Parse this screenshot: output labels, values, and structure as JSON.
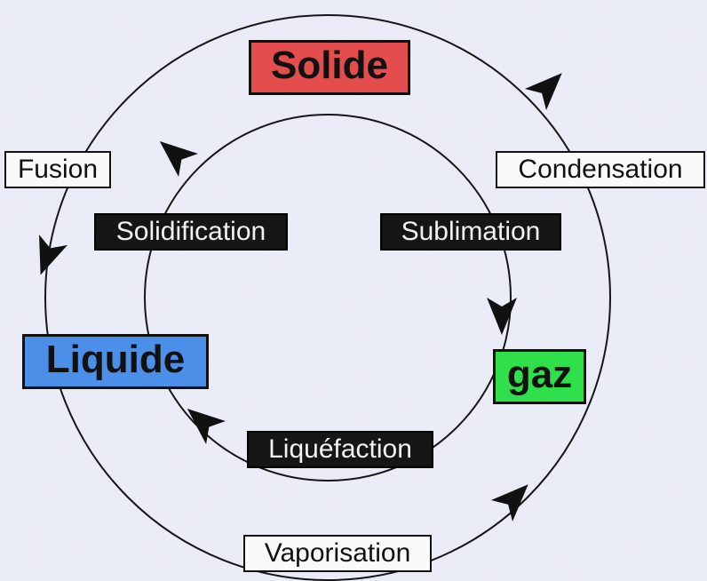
{
  "colors": {
    "solide": "#e34d4d",
    "liquide": "#4b8fe8",
    "gaz": "#2ee04a",
    "background": "#e6e8f4",
    "line": "#161616"
  },
  "states": {
    "solide": "Solide",
    "liquide": "Liquide",
    "gaz": "gaz"
  },
  "processes": {
    "fusion": "Fusion",
    "condensation": "Condensation",
    "vaporisation": "Vaporisation",
    "solidification": "Solidification",
    "sublimation": "Sublimation",
    "liquefaction": "Liquéfaction"
  },
  "icons": {
    "arrow": "arrowhead-icon"
  }
}
